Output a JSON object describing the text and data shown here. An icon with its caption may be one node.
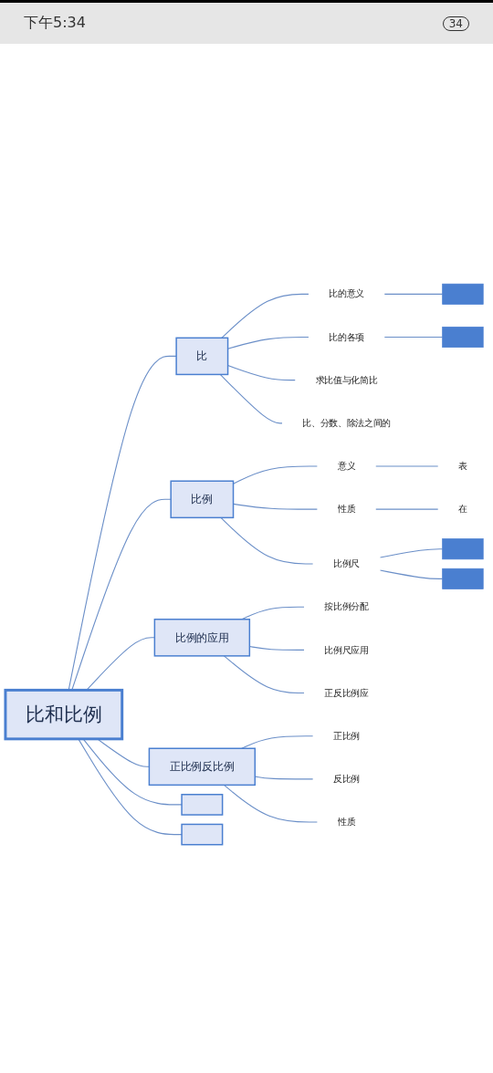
{
  "diagram": {
    "nodes": [
      {
        "text": [
          "比和比例"
        ]
      },
      {
        "text": [
          "比"
        ]
      },
      {
        "text": [
          "比例"
        ]
      },
      {
        "text": [
          "比例的应用"
        ]
      },
      {
        "text": [
          "正比例反比例"
        ]
      },
      {
        "text": [],
        "shape": "box"
      },
      {
        "text": [],
        "shape": "box"
      },
      {
        "text": [
          "比的意义"
        ]
      },
      {
        "text": [
          "比的各项"
        ]
      },
      {
        "text": [
          "求比值与化简比"
        ]
      },
      {
        "text": [
          "比、分数、除法之间的"
        ]
      },
      {
        "text": [],
        "shape": "bar"
      },
      {
        "text": [],
        "shape": "bar"
      },
      {
        "text": [
          "意义"
        ]
      },
      {
        "text": [
          "性质"
        ]
      },
      {
        "text": [
          "比例尺"
        ]
      },
      {
        "text": [
          "表"
        ]
      },
      {
        "text": [
          "在"
        ]
      },
      {
        "text": [],
        "shape": "bar"
      },
      {
        "text": [],
        "shape": "bar"
      },
      {
        "text": [
          "按比例分配"
        ]
      },
      {
        "text": [
          "比例尺应用"
        ]
      },
      {
        "text": [
          "正反比例应"
        ]
      },
      {
        "text": [
          "正比例"
        ]
      },
      {
        "text": [
          "反比例"
        ]
      },
      {
        "text": [
          "性质"
        ]
      }
    ],
    "edges": [
      {
        "from": 0,
        "to": 1,
        "arrow": "none"
      },
      {
        "from": 0,
        "to": 2,
        "arrow": "none"
      },
      {
        "from": 0,
        "to": 3,
        "arrow": "none"
      },
      {
        "from": 0,
        "to": 4,
        "arrow": "none"
      },
      {
        "from": 0,
        "to": 5,
        "arrow": "none"
      },
      {
        "from": 0,
        "to": 6,
        "arrow": "none"
      },
      {
        "from": 1,
        "to": 7,
        "arrow": "none"
      },
      {
        "from": 1,
        "to": 8,
        "arrow": "none"
      },
      {
        "from": 1,
        "to": 9,
        "arrow": "none"
      },
      {
        "from": 1,
        "to": 10,
        "arrow": "none"
      },
      {
        "from": 7,
        "to": 11,
        "arrow": "none"
      },
      {
        "from": 8,
        "to": 12,
        "arrow": "none"
      },
      {
        "from": 2,
        "to": 13,
        "arrow": "none"
      },
      {
        "from": 2,
        "to": 14,
        "arrow": "none"
      },
      {
        "from": 2,
        "to": 15,
        "arrow": "none"
      },
      {
        "from": 13,
        "to": 16,
        "arrow": "none"
      },
      {
        "from": 14,
        "to": 17,
        "arrow": "none"
      },
      {
        "from": 15,
        "to": 18,
        "arrow": "none"
      },
      {
        "from": 15,
        "to": 19,
        "arrow": "none"
      },
      {
        "from": 3,
        "to": 20,
        "arrow": "none"
      },
      {
        "from": 3,
        "to": 21,
        "arrow": "none"
      },
      {
        "from": 3,
        "to": 22,
        "arrow": "none"
      },
      {
        "from": 4,
        "to": 23,
        "arrow": "none"
      },
      {
        "from": 4,
        "to": 24,
        "arrow": "none"
      },
      {
        "from": 4,
        "to": 25,
        "arrow": "none"
      }
    ],
    "labels": [
      "下午5:34",
      "34"
    ]
  }
}
